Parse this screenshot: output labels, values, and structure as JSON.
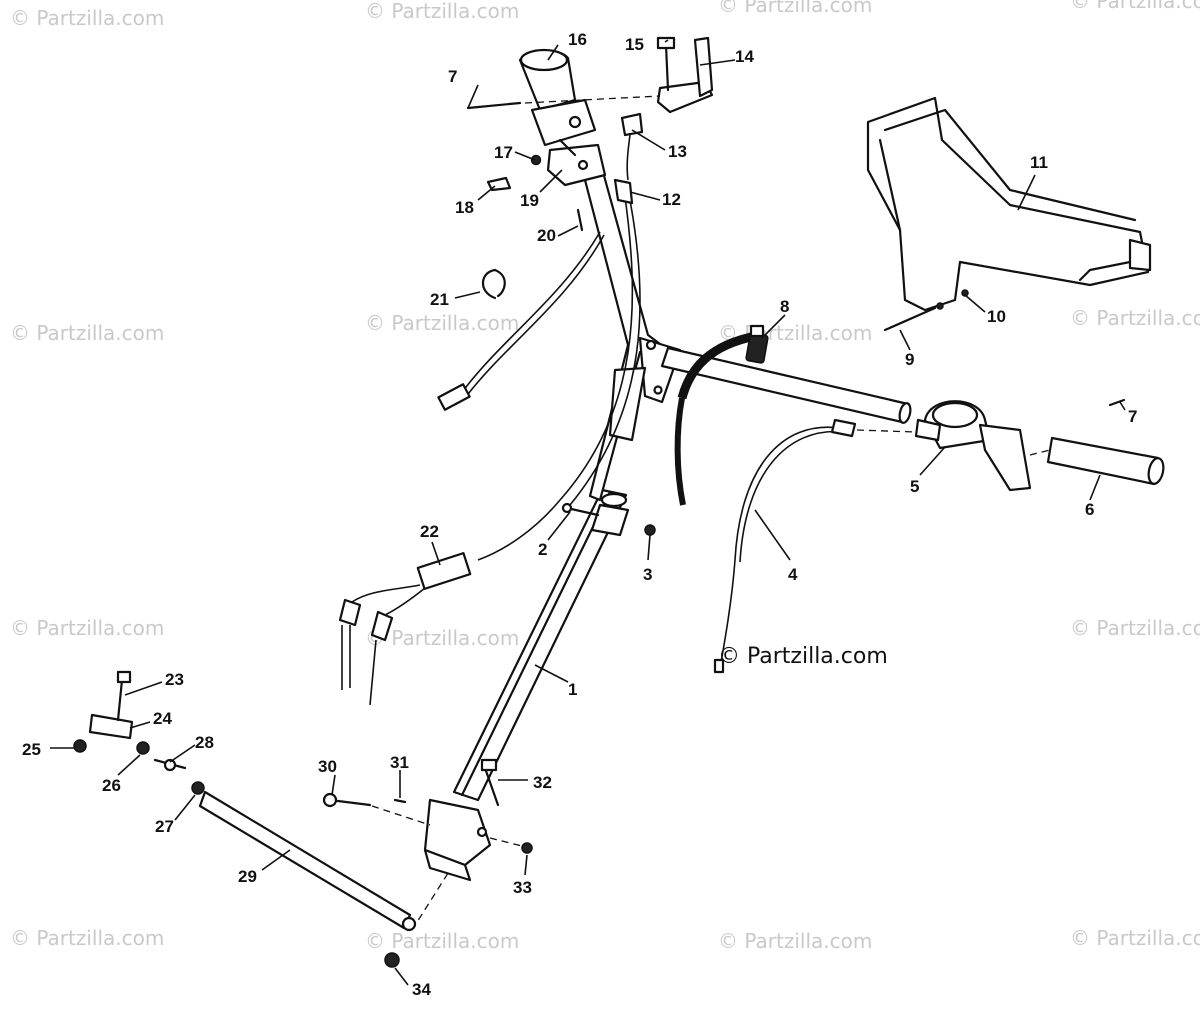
{
  "watermarks": [
    "© Partzilla.com"
  ],
  "center_watermark": "© Partzilla.com",
  "callouts": [
    {
      "id": "1",
      "text": "1"
    },
    {
      "id": "2",
      "text": "2"
    },
    {
      "id": "3",
      "text": "3"
    },
    {
      "id": "4",
      "text": "4"
    },
    {
      "id": "5",
      "text": "5"
    },
    {
      "id": "6",
      "text": "6"
    },
    {
      "id": "7a",
      "text": "7"
    },
    {
      "id": "7b",
      "text": "7"
    },
    {
      "id": "8",
      "text": "8"
    },
    {
      "id": "9",
      "text": "9"
    },
    {
      "id": "10",
      "text": "10"
    },
    {
      "id": "11",
      "text": "11"
    },
    {
      "id": "12",
      "text": "12"
    },
    {
      "id": "13",
      "text": "13"
    },
    {
      "id": "14",
      "text": "14"
    },
    {
      "id": "15",
      "text": "15"
    },
    {
      "id": "16",
      "text": "16"
    },
    {
      "id": "17",
      "text": "17"
    },
    {
      "id": "18",
      "text": "18"
    },
    {
      "id": "19",
      "text": "19"
    },
    {
      "id": "20",
      "text": "20"
    },
    {
      "id": "21",
      "text": "21"
    },
    {
      "id": "22",
      "text": "22"
    },
    {
      "id": "23",
      "text": "23"
    },
    {
      "id": "24",
      "text": "24"
    },
    {
      "id": "25",
      "text": "25"
    },
    {
      "id": "26",
      "text": "26"
    },
    {
      "id": "27",
      "text": "27"
    },
    {
      "id": "28",
      "text": "28"
    },
    {
      "id": "29",
      "text": "29"
    },
    {
      "id": "30",
      "text": "30"
    },
    {
      "id": "31",
      "text": "31"
    },
    {
      "id": "32",
      "text": "32"
    },
    {
      "id": "33",
      "text": "33"
    },
    {
      "id": "34",
      "text": "34"
    }
  ]
}
